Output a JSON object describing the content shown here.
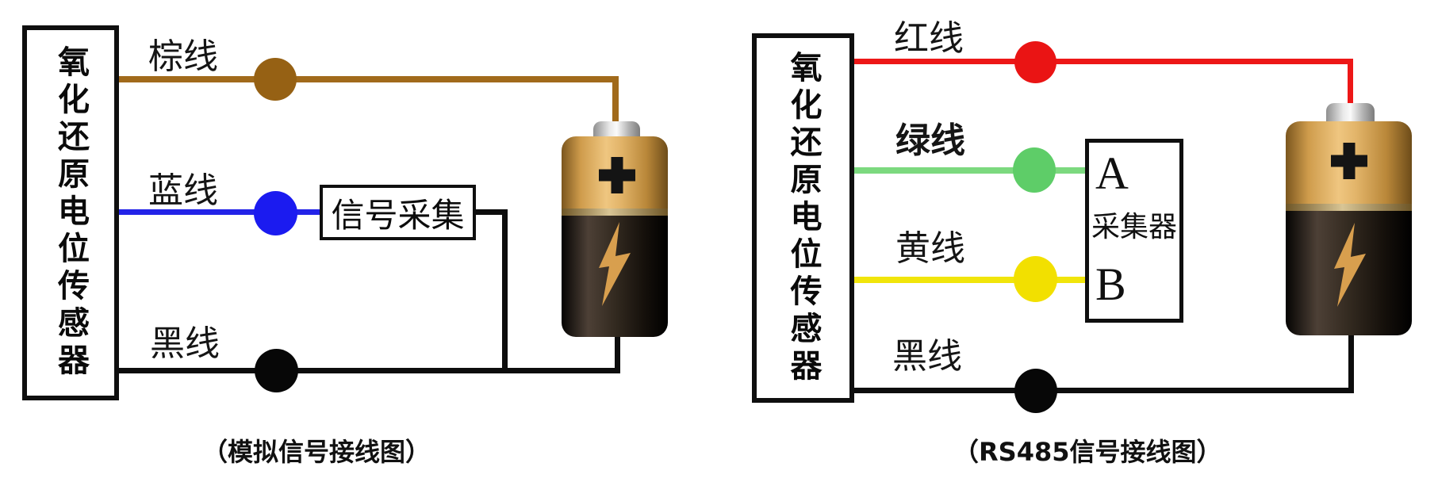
{
  "left_diagram": {
    "sensor_box_label": "氧化还原电位传感器",
    "signal_collector_label": "信号采集",
    "caption": "（模拟信号接线图）",
    "wires": [
      {
        "label": "棕线",
        "color_name": "brown",
        "wire_color": "#a16a1b",
        "dot_color": "#966114"
      },
      {
        "label": "蓝线",
        "color_name": "blue",
        "wire_color": "#2323e8",
        "dot_color": "#1b1bf0"
      },
      {
        "label": "黑线",
        "color_name": "black",
        "wire_color": "#0d0d0d",
        "dot_color": "#070707"
      }
    ]
  },
  "right_diagram": {
    "sensor_box_label": "氧化还原电位传感器",
    "caption": "（RS485信号接线图）",
    "collector_box": {
      "terminal_a": "A",
      "label": "采集器",
      "terminal_b": "B"
    },
    "wires": [
      {
        "label": "红线",
        "color_name": "red",
        "wire_color": "#ed1717",
        "dot_color": "#ea1414"
      },
      {
        "label": "绿线",
        "color_name": "green",
        "wire_color": "#7cd97f",
        "dot_color": "#5ecd68"
      },
      {
        "label": "黄线",
        "color_name": "yellow",
        "wire_color": "#f1e50b",
        "dot_color": "#f2e000"
      },
      {
        "label": "黑线",
        "color_name": "black",
        "wire_color": "#0d0d0d",
        "dot_color": "#070707"
      }
    ]
  },
  "battery": {
    "gold_color": "#d8a254",
    "body_color": "#16100a",
    "bolt_color": "#d89f4e",
    "tip_color": "#d6d6d6",
    "icons": [
      "battery-terminal-icon",
      "plus-icon",
      "lightning-bolt-icon"
    ]
  }
}
